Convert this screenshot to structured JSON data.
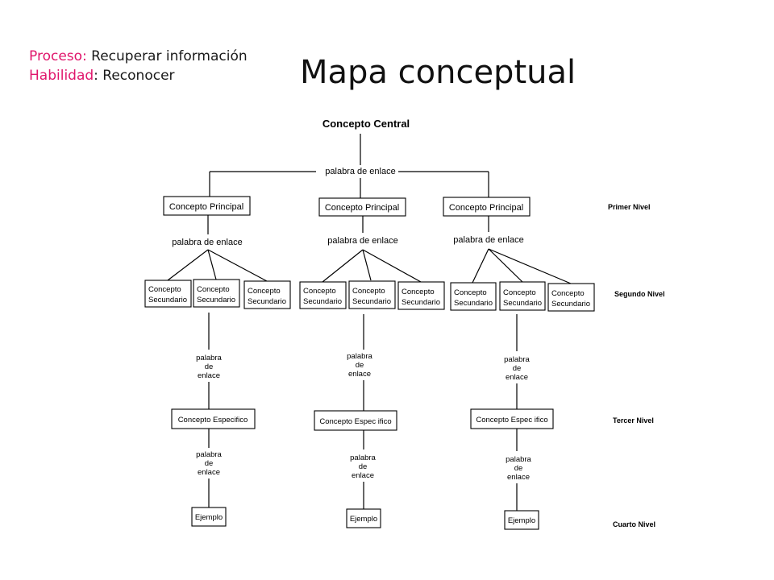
{
  "header": {
    "process_label": "Proceso:",
    "process_value": " Recuperar información",
    "skill_label": "Habilidad",
    "skill_value": ": Reconocer",
    "title": "Mapa conceptual"
  },
  "diagram": {
    "central": "Concepto Central",
    "top_link": "palabra de enlace",
    "branches": [
      {
        "principal": "Concepto Principal",
        "link": "palabra de enlace",
        "secondary": [
          [
            "Concepto",
            "Secundario"
          ],
          [
            "Concepto",
            "Secundario"
          ],
          [
            "Concepto",
            "Secundario"
          ]
        ],
        "link2": [
          "palabra",
          "de",
          "enlace"
        ],
        "specific": "Concepto Especifico",
        "link3": [
          "palabra",
          "de",
          "enlace"
        ],
        "example": "Ejemplo"
      },
      {
        "principal": "Concepto Principal",
        "link": "palabra de enlace",
        "secondary": [
          [
            "Concepto",
            "Secundario"
          ],
          [
            "Concepto",
            "Secundario"
          ],
          [
            "Concepto",
            "Secundario"
          ]
        ],
        "link2": [
          "palabra",
          "de",
          "enlace"
        ],
        "specific": "Concepto Espec ifico",
        "link3": [
          "palabra",
          "de",
          "enlace"
        ],
        "example": "Ejemplo"
      },
      {
        "principal": "Concepto Principal",
        "link": "palabra de enlace",
        "secondary": [
          [
            "Concepto",
            "Secundario"
          ],
          [
            "Concepto",
            "Secundario"
          ],
          [
            "Concepto",
            "Secundario"
          ]
        ],
        "link2": [
          "palabra",
          "de",
          "enlace"
        ],
        "specific": "Concepto Espec ifico",
        "link3": [
          "palabra",
          "de",
          "enlace"
        ],
        "example": "Ejemplo"
      }
    ],
    "levels": [
      "Primer Nivel",
      "Segundo Nivel",
      "Tercer Nivel",
      "Cuarto Nivel"
    ]
  }
}
